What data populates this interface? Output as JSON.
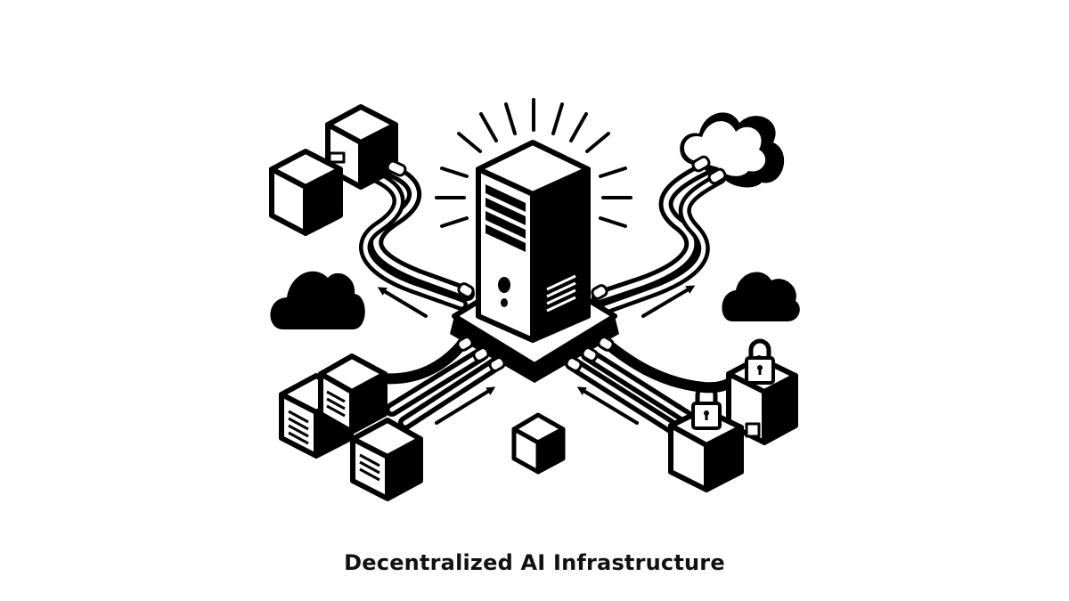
{
  "caption": "Decentralized AI Infrastructure",
  "colors": {
    "background": "#ffffff",
    "ink": "#000000"
  },
  "diagram": {
    "center": {
      "label": "server-tower",
      "effect": "radiating-glow"
    },
    "nodes": [
      {
        "id": "cubes-top-left",
        "type": "stacked-cubes"
      },
      {
        "id": "cloud-top-right",
        "type": "cloud-outline"
      },
      {
        "id": "cloud-left",
        "type": "cloud-solid"
      },
      {
        "id": "cloud-right",
        "type": "cloud-solid"
      },
      {
        "id": "servers-bottom-left",
        "type": "server-boxes"
      },
      {
        "id": "cube-bottom-center",
        "type": "small-cube"
      },
      {
        "id": "locked-boxes-bottom-right",
        "type": "padlock-cubes"
      }
    ],
    "arrows": [
      {
        "from": "hub",
        "to": "cloud-left",
        "direction": "up-left"
      },
      {
        "from": "hub",
        "to": "cloud-right",
        "direction": "up-right"
      },
      {
        "from": "servers-bottom-left",
        "to": "hub",
        "direction": "up-right"
      },
      {
        "from": "locked-boxes-bottom-right",
        "to": "hub",
        "direction": "up-left"
      }
    ]
  }
}
